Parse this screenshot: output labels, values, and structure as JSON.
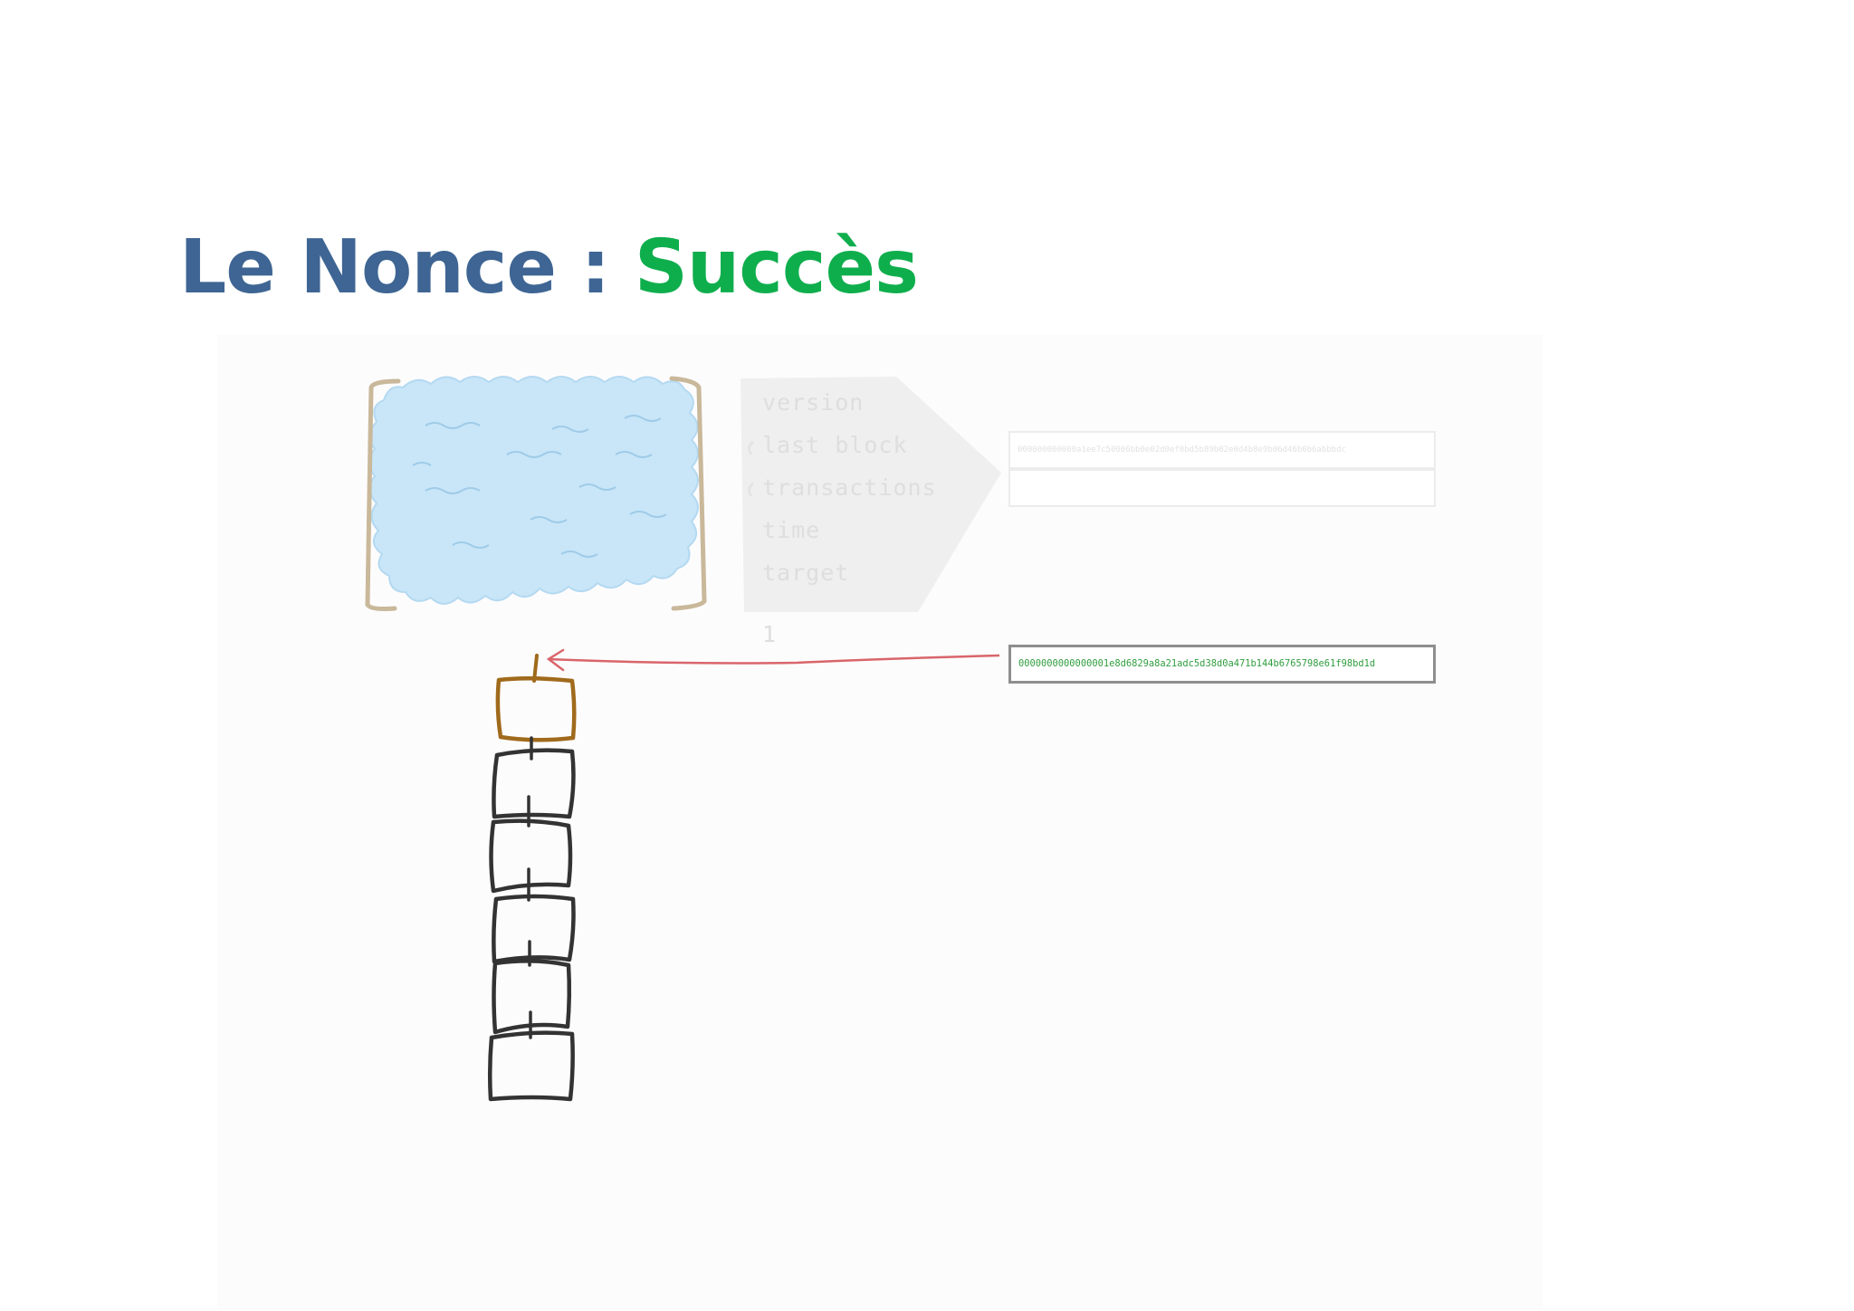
{
  "slide": {
    "title_main": "Le Nonce : ",
    "title_accent": "Succès"
  },
  "header": {
    "fields": [
      "version",
      "last block",
      "transactions",
      "time",
      "target"
    ],
    "nonce_value": "1"
  },
  "hashes": {
    "previous_hash": "000000000000a1ee7c50006bb0e02d0ef0bd5b89b02e0d4b8e9b06d46b0b6abbbdc",
    "success_hash": "0000000000000001e8d6829a8a21adc5d38d0a471b144b6765798e61f98bd1d"
  },
  "chain": {
    "block_count": 6
  },
  "colors": {
    "title_main": "#3e6593",
    "title_accent": "#0fae4d",
    "pool_fill": "#c8e6f8",
    "bracket": "#c9b89a",
    "new_block": "#a06a1c",
    "chain_block": "#333333",
    "arrow": "#d9656a",
    "success_hash": "#2f9e3f"
  }
}
